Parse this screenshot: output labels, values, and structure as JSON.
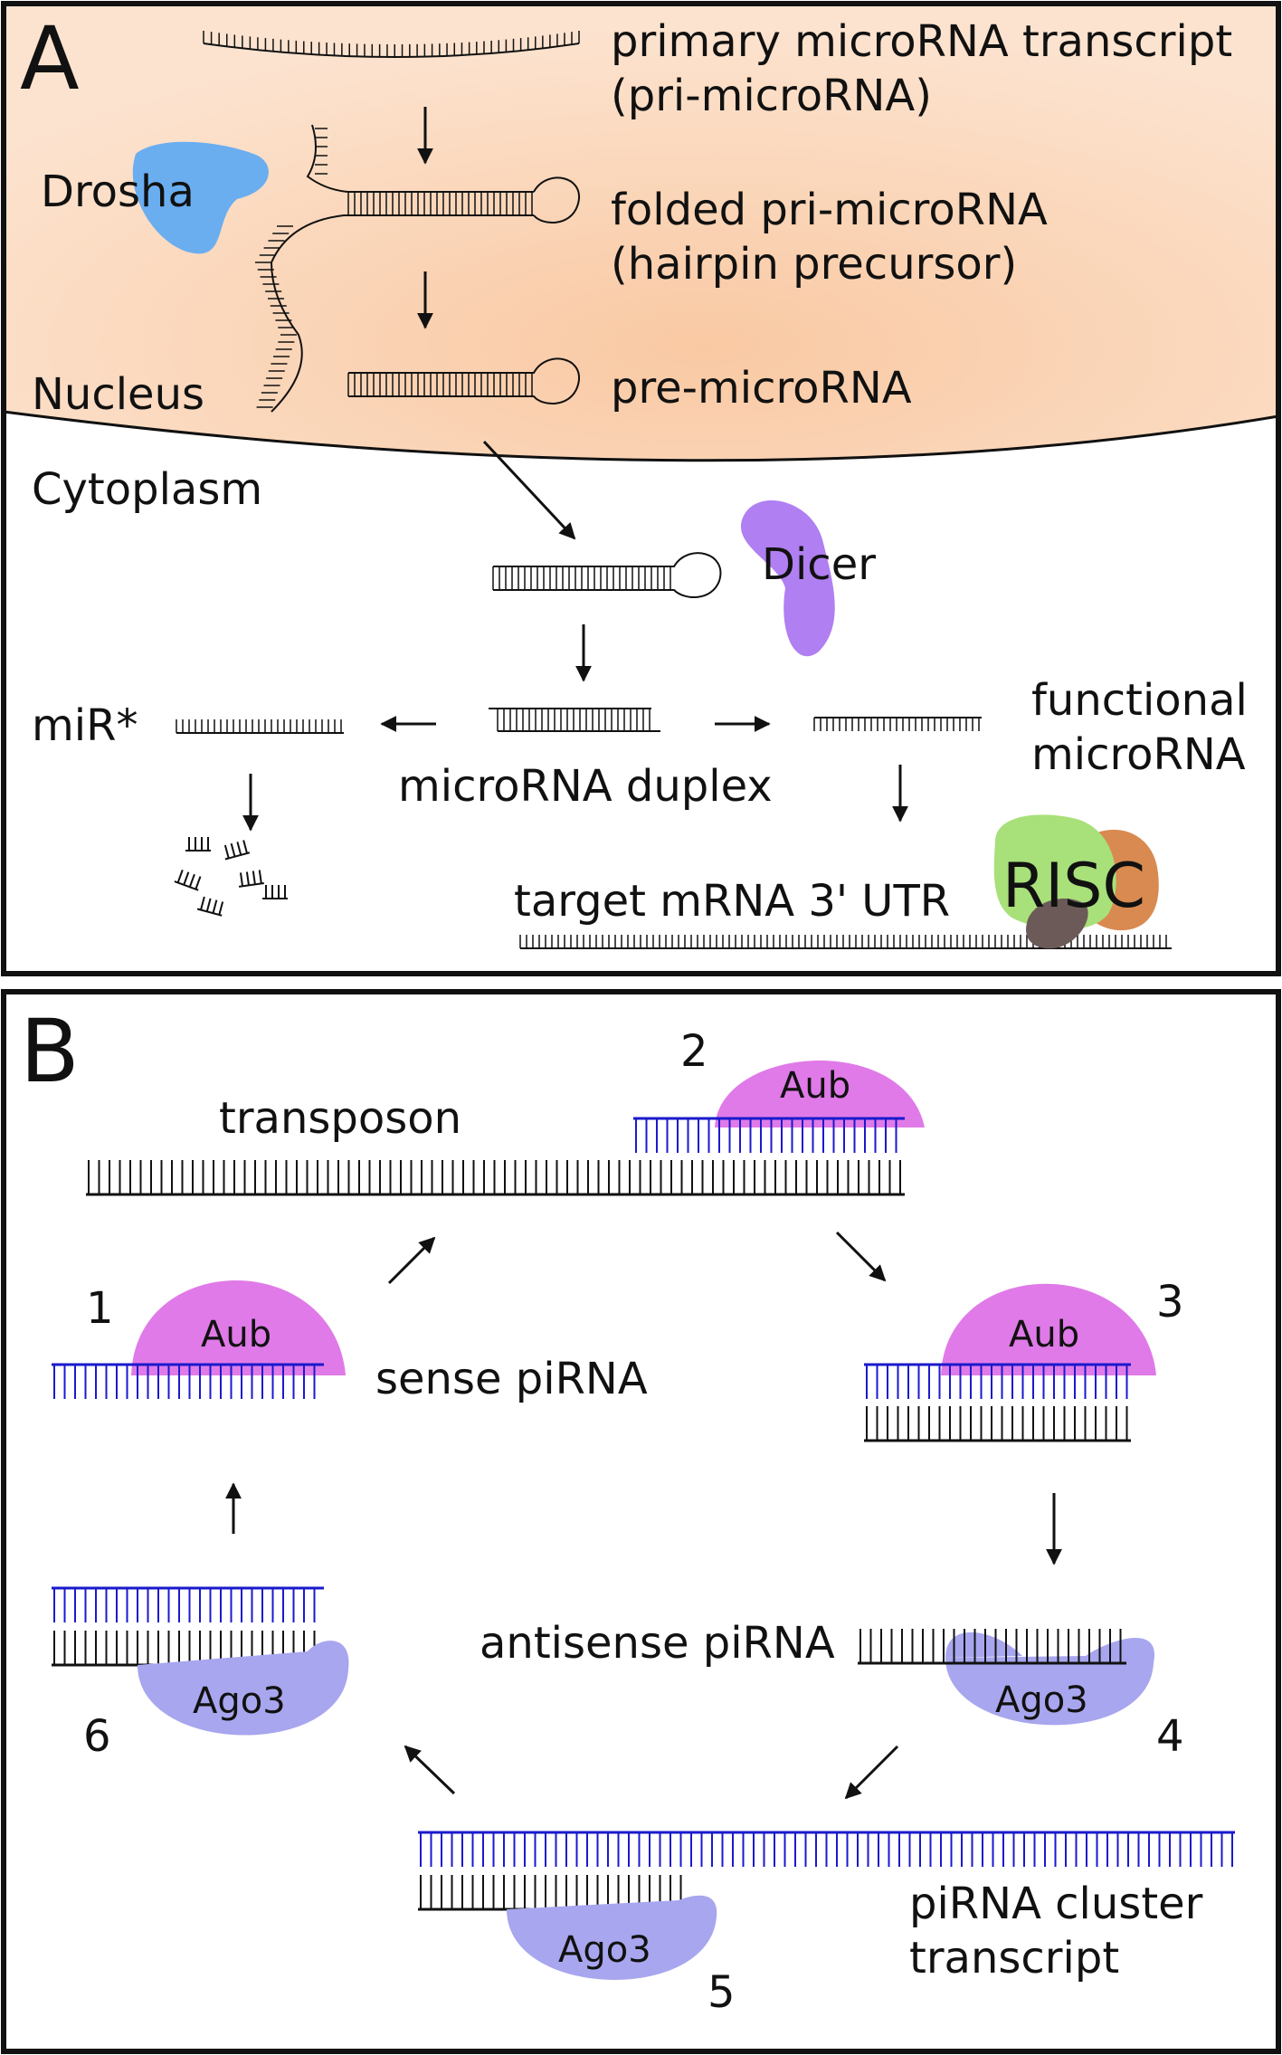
{
  "panel_a": {
    "letter": "A",
    "labels": {
      "pri1": "primary microRNA transcript",
      "pri2": "(pri-microRNA)",
      "fold1": "folded pri-microRNA",
      "fold2": "(hairpin precursor)",
      "pre": "pre-microRNA",
      "nucleus": "Nucleus",
      "cytoplasm": "Cytoplasm",
      "mirstar": "miR*",
      "duplex": "microRNA duplex",
      "func1": "functional",
      "func2": "microRNA",
      "target": "target mRNA 3' UTR"
    },
    "proteins": {
      "drosha": "Drosha",
      "dicer": "Dicer",
      "risc": "RISC"
    }
  },
  "panel_b": {
    "letter": "B",
    "labels": {
      "transposon": "transposon",
      "sense": "sense piRNA",
      "antisense": "antisense piRNA",
      "cluster1": "piRNA cluster",
      "cluster2": "transcript"
    },
    "proteins": {
      "aub": "Aub",
      "ago3": "Ago3"
    },
    "steps": [
      "1",
      "2",
      "3",
      "4",
      "5",
      "6"
    ]
  },
  "colors": {
    "nucleus_fill": "#fbd8bd",
    "drosha": "#6aaef0",
    "dicer": "#b07ff2",
    "risc_green": "#a8e07a",
    "risc_orange": "#d88a50",
    "risc_dark": "#6b5a58",
    "aub": "#e07ae8",
    "ago3": "#a8a6ee",
    "pirna_blue": "#1a1acc"
  }
}
